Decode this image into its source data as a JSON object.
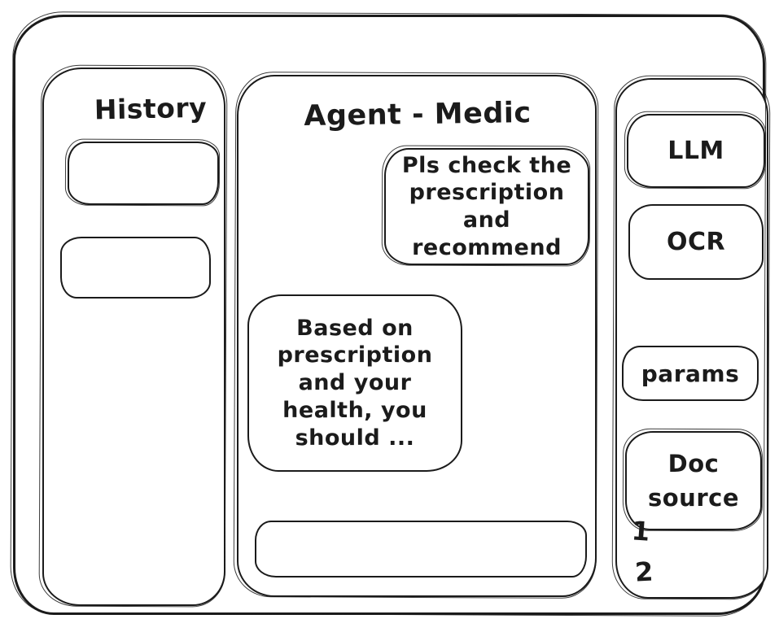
{
  "history_panel": {
    "title": "History",
    "items": [
      {
        "label": ""
      },
      {
        "label": ""
      }
    ]
  },
  "chat_panel": {
    "title": "Agent - Medic",
    "messages": [
      {
        "role": "user",
        "text": "Pls check the prescription and recommend"
      },
      {
        "role": "assistant",
        "text": "Based on prescription and your health, you should ..."
      }
    ],
    "input": {
      "value": "",
      "placeholder": ""
    }
  },
  "tools_panel": {
    "buttons": [
      {
        "label": "LLM"
      },
      {
        "label": "OCR"
      },
      {
        "label": "params"
      },
      {
        "label": "Doc source"
      }
    ],
    "annotations": [
      {
        "label": "1"
      },
      {
        "label": "2"
      }
    ]
  },
  "colors": {
    "stroke": "#1b1b1b",
    "background": "#ffffff"
  }
}
